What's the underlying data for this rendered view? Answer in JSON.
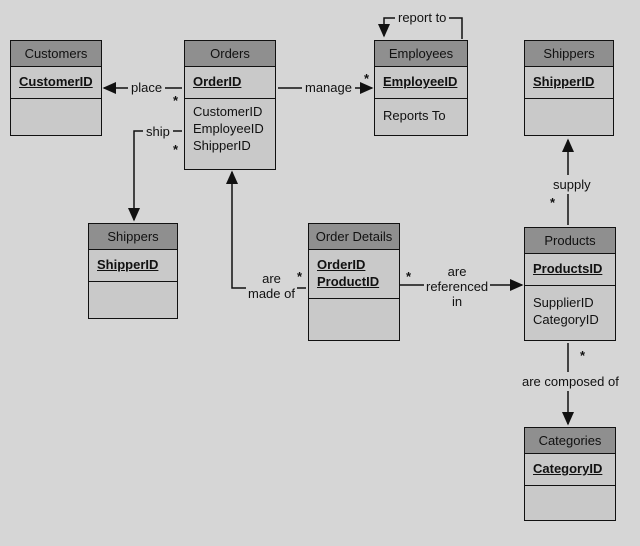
{
  "entities": {
    "customers": {
      "title": "Customers",
      "pk": [
        "CustomerID"
      ],
      "fk": []
    },
    "orders": {
      "title": "Orders",
      "pk": [
        "OrderID"
      ],
      "fk": [
        "CustomerID",
        "EmployeeID",
        "ShipperID"
      ]
    },
    "employees": {
      "title": "Employees",
      "pk": [
        "EmployeeID"
      ],
      "fk": [
        "Reports To"
      ]
    },
    "shippers_top": {
      "title": "Shippers",
      "pk": [
        "ShipperID"
      ],
      "fk": []
    },
    "shippers_low": {
      "title": "Shippers",
      "pk": [
        "ShipperID"
      ],
      "fk": []
    },
    "order_details": {
      "title": "Order Details",
      "pk": [
        "OrderID",
        "ProductID"
      ],
      "fk": []
    },
    "products": {
      "title": "Products",
      "pk": [
        "ProductsID"
      ],
      "fk": [
        "SupplierID",
        "CategoryID"
      ]
    },
    "categories": {
      "title": "Categories",
      "pk": [
        "CategoryID"
      ],
      "fk": []
    }
  },
  "relations": {
    "place": "place",
    "ship": "ship",
    "manage": "manage",
    "report_to": "report to",
    "are_made_of_1": "are",
    "are_made_of_2": "made of",
    "are_referenced_1": "are",
    "are_referenced_2": "referenced",
    "are_referenced_3": "in",
    "supply": "supply",
    "are_composed_of": "are composed of"
  },
  "multiplicity": "*"
}
